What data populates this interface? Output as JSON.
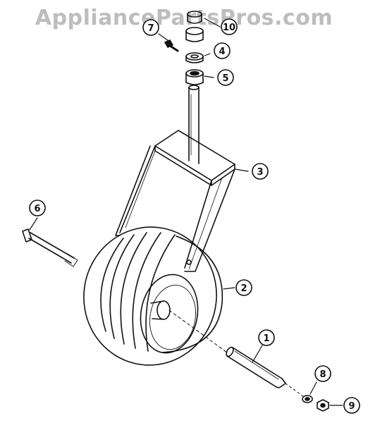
{
  "watermark": "AppliancePartsPros.com",
  "callouts": [
    {
      "id": "1",
      "label": "1"
    },
    {
      "id": "2",
      "label": "2"
    },
    {
      "id": "3",
      "label": "3"
    },
    {
      "id": "4",
      "label": "4"
    },
    {
      "id": "5",
      "label": "5"
    },
    {
      "id": "6",
      "label": "6"
    },
    {
      "id": "7",
      "label": "7"
    },
    {
      "id": "8",
      "label": "8"
    },
    {
      "id": "9",
      "label": "9"
    },
    {
      "id": "10",
      "label": "10"
    }
  ],
  "colors": {
    "line": "#111111",
    "watermark": "#bdbdbd",
    "background": "#ffffff"
  }
}
